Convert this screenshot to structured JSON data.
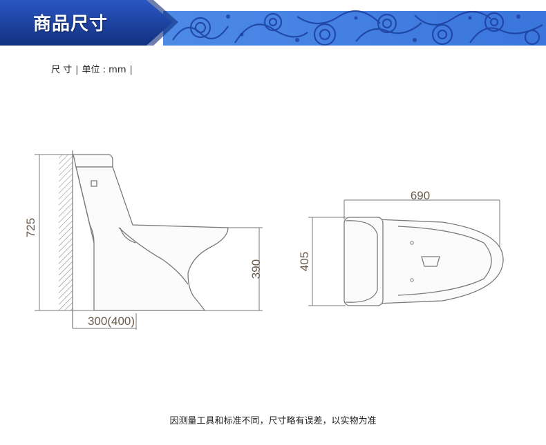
{
  "header": {
    "title": "商品尺寸"
  },
  "units": {
    "size_label": "尺 寸",
    "unit_label": "单位 : mm"
  },
  "side_view": {
    "height_total": "725",
    "height_seat": "390",
    "rough_in": "300(400)"
  },
  "top_view": {
    "length": "690",
    "width": "405"
  },
  "footnote": "因测量工具和标准不同，尺寸略有误差，以实物为准",
  "colors": {
    "banner_blue": "#1a3f9c",
    "banner_pattern": "#2f6bd8",
    "dimension_text": "#6b5a4a"
  }
}
